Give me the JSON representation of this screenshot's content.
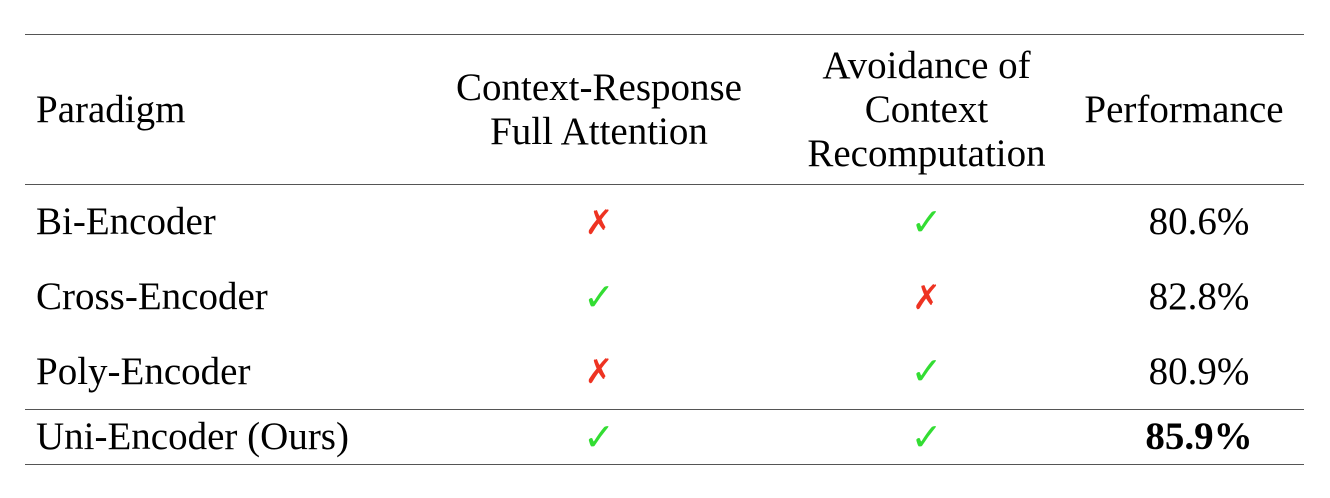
{
  "table": {
    "headers": [
      [
        "Paradigm"
      ],
      [
        "Context-Response",
        "Full Attention"
      ],
      [
        "Avoidance of",
        "Context",
        "Recomputation"
      ],
      [
        "Performance"
      ]
    ],
    "rows": [
      {
        "paradigm": "Bi-Encoder",
        "full_attention": "✗",
        "avoid_recompute": "✓",
        "performance": "80.6%"
      },
      {
        "paradigm": "Cross-Encoder",
        "full_attention": "✓",
        "avoid_recompute": "✗",
        "performance": "82.8%"
      },
      {
        "paradigm": "Poly-Encoder",
        "full_attention": "✗",
        "avoid_recompute": "✓",
        "performance": "80.9%"
      },
      {
        "paradigm": "Uni-Encoder (Ours)",
        "full_attention": "✓",
        "avoid_recompute": "✓",
        "performance": "85.9%"
      }
    ]
  },
  "colors": {
    "check": "#33dd33",
    "cross": "#ee3322"
  }
}
